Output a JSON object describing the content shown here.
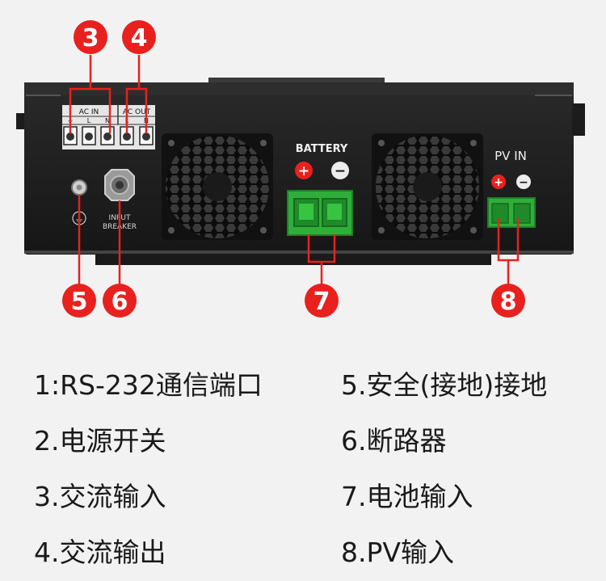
{
  "device": {
    "ac_in_label": "AC IN",
    "ac_out_label": "AC OUT",
    "terminal_letters": [
      "⏚",
      "L",
      "N",
      "L",
      "N"
    ],
    "battery_label": "BATTERY",
    "pv_in_label": "PV IN",
    "breaker_label_line1": "INPUT",
    "breaker_label_line2": "BREAKER",
    "ground_symbol": "⏚",
    "plus_sign": "+",
    "minus_sign": "−"
  },
  "callouts": [
    "3",
    "4",
    "5",
    "6",
    "7",
    "8"
  ],
  "colors": {
    "callout_red": "#e8211e",
    "terminal_green": "#2fae3a",
    "housing": "#1f1f1f"
  },
  "legend": [
    "1:RS-232通信端口",
    "5.安全(接地)接地",
    "2.电源开关",
    "6.断路器",
    "3.交流输入",
    "7.电池输入",
    "4.交流输出",
    "8.PV输入"
  ]
}
